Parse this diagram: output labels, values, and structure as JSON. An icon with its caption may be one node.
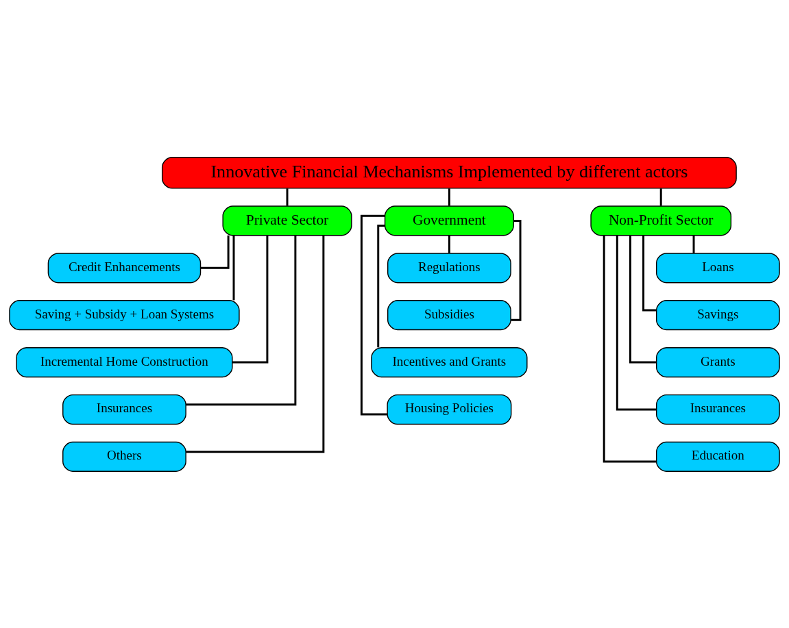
{
  "diagram": {
    "nodes": [
      {
        "text": [
          "Innovative Financial Mechanisms Implemented by different actors"
        ]
      },
      {
        "text": [
          "Private Sector"
        ]
      },
      {
        "text": [
          "Government"
        ]
      },
      {
        "text": [
          "Non-Profit Sector"
        ]
      },
      {
        "text": [
          "Credit Enhancements"
        ]
      },
      {
        "text": [
          "Saving + Subsidy + Loan Systems"
        ]
      },
      {
        "text": [
          "Incremental Home Construction"
        ]
      },
      {
        "text": [
          "Insurances"
        ]
      },
      {
        "text": [
          "Others"
        ]
      },
      {
        "text": [
          "Regulations"
        ]
      },
      {
        "text": [
          "Subsidies"
        ]
      },
      {
        "text": [
          "Incentives and Grants"
        ]
      },
      {
        "text": [
          "Housing Policies"
        ]
      },
      {
        "text": [
          "Loans"
        ]
      },
      {
        "text": [
          "Savings"
        ]
      },
      {
        "text": [
          "Grants"
        ]
      },
      {
        "text": [
          "Insurances"
        ]
      },
      {
        "text": [
          "Education"
        ]
      }
    ],
    "edges": [
      {
        "from": 0,
        "to": 1,
        "arrow": "none"
      },
      {
        "from": 0,
        "to": 2,
        "arrow": "none"
      },
      {
        "from": 0,
        "to": 3,
        "arrow": "none"
      },
      {
        "from": 1,
        "to": 4,
        "arrow": "none"
      },
      {
        "from": 1,
        "to": 5,
        "arrow": "none"
      },
      {
        "from": 1,
        "to": 6,
        "arrow": "none"
      },
      {
        "from": 1,
        "to": 7,
        "arrow": "none"
      },
      {
        "from": 1,
        "to": 8,
        "arrow": "none"
      },
      {
        "from": 2,
        "to": 9,
        "arrow": "none"
      },
      {
        "from": 2,
        "to": 10,
        "arrow": "none"
      },
      {
        "from": 2,
        "to": 11,
        "arrow": "none"
      },
      {
        "from": 2,
        "to": 12,
        "arrow": "none"
      },
      {
        "from": 3,
        "to": 13,
        "arrow": "none"
      },
      {
        "from": 3,
        "to": 14,
        "arrow": "none"
      },
      {
        "from": 3,
        "to": 15,
        "arrow": "none"
      },
      {
        "from": 3,
        "to": 16,
        "arrow": "none"
      },
      {
        "from": 3,
        "to": 17,
        "arrow": "none"
      }
    ]
  }
}
